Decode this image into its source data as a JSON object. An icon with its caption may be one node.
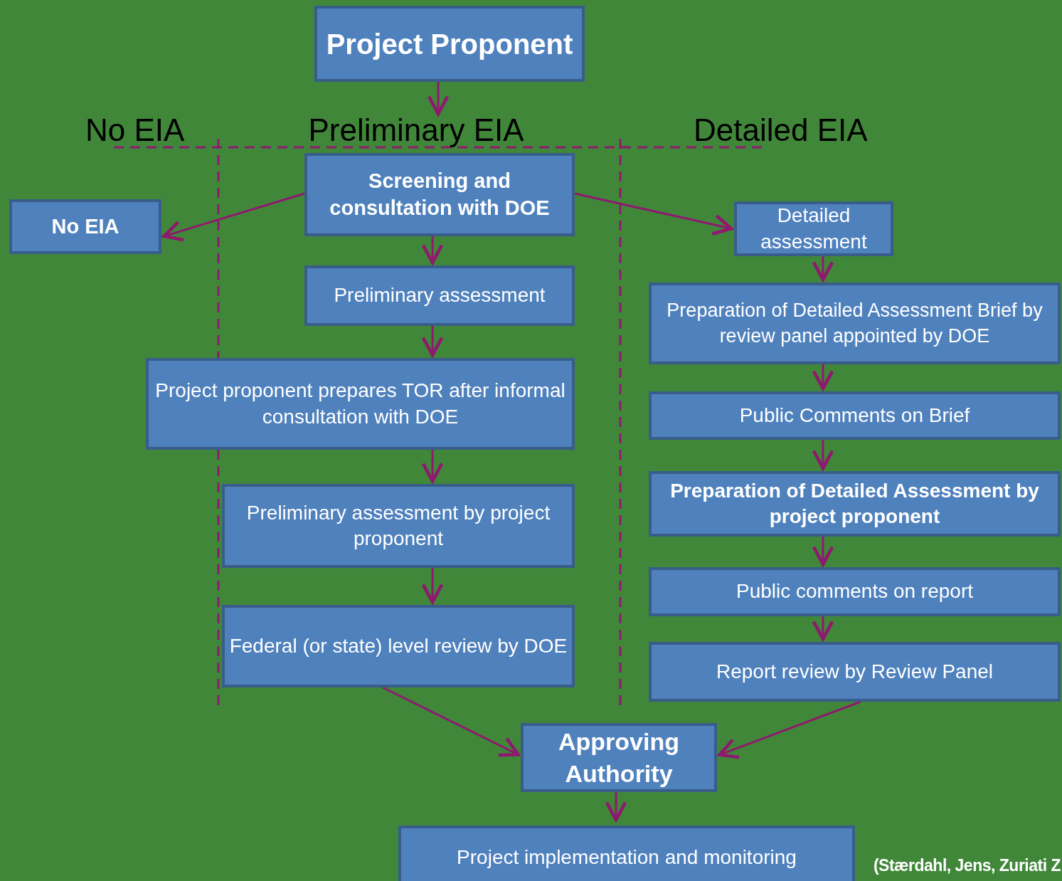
{
  "diagram": {
    "nodes": [
      {
        "text": [
          "Project Proponent"
        ]
      },
      {
        "text": [
          "Screening and consultation with DOE"
        ]
      },
      {
        "text": [
          "No EIA"
        ]
      },
      {
        "text": [
          "Preliminary assessment"
        ]
      },
      {
        "text": [
          "Project proponent prepares TOR after informal consultation with DOE"
        ]
      },
      {
        "text": [
          "Preliminary assessment by project proponent"
        ]
      },
      {
        "text": [
          "Federal (or state) level review by DOE"
        ]
      },
      {
        "text": [
          "Detailed assessment"
        ]
      },
      {
        "text": [
          "Preparation of Detailed Assessment Brief by review panel appointed by DOE"
        ]
      },
      {
        "text": [
          "Public Comments on Brief"
        ]
      },
      {
        "text": [
          "Preparation of Detailed Assessment by project proponent"
        ]
      },
      {
        "text": [
          "Public comments on report"
        ]
      },
      {
        "text": [
          "Report review by Review Panel"
        ]
      },
      {
        "text": [
          "Approving Authority"
        ]
      },
      {
        "text": [
          "Project implementation and monitoring"
        ]
      },
      {
        "text": [
          "Preliminary EIA"
        ]
      }
    ],
    "edges": [
      {
        "from": 0,
        "to": 15,
        "arrow": "to"
      },
      {
        "from": 1,
        "to": 2,
        "arrow": "to"
      },
      {
        "from": 1,
        "to": 7,
        "arrow": "to"
      },
      {
        "from": 1,
        "to": 3,
        "arrow": "to"
      },
      {
        "from": 3,
        "to": 4,
        "arrow": "to"
      },
      {
        "from": 4,
        "to": 5,
        "arrow": "to"
      },
      {
        "from": 5,
        "to": 6,
        "arrow": "to"
      },
      {
        "from": 6,
        "to": 13,
        "arrow": "to"
      },
      {
        "from": 7,
        "to": 8,
        "arrow": "to"
      },
      {
        "from": 8,
        "to": 9,
        "arrow": "to"
      },
      {
        "from": 9,
        "to": 10,
        "arrow": "to"
      },
      {
        "from": 10,
        "to": 11,
        "arrow": "to"
      },
      {
        "from": 11,
        "to": 12,
        "arrow": "to"
      },
      {
        "from": 12,
        "to": 13,
        "arrow": "to"
      },
      {
        "from": 13,
        "to": 14,
        "arrow": "to"
      }
    ],
    "labels": [
      "No EIA",
      "Detailed EIA",
      "(Stærdahl, Jens, Zuriati Z"
    ]
  }
}
